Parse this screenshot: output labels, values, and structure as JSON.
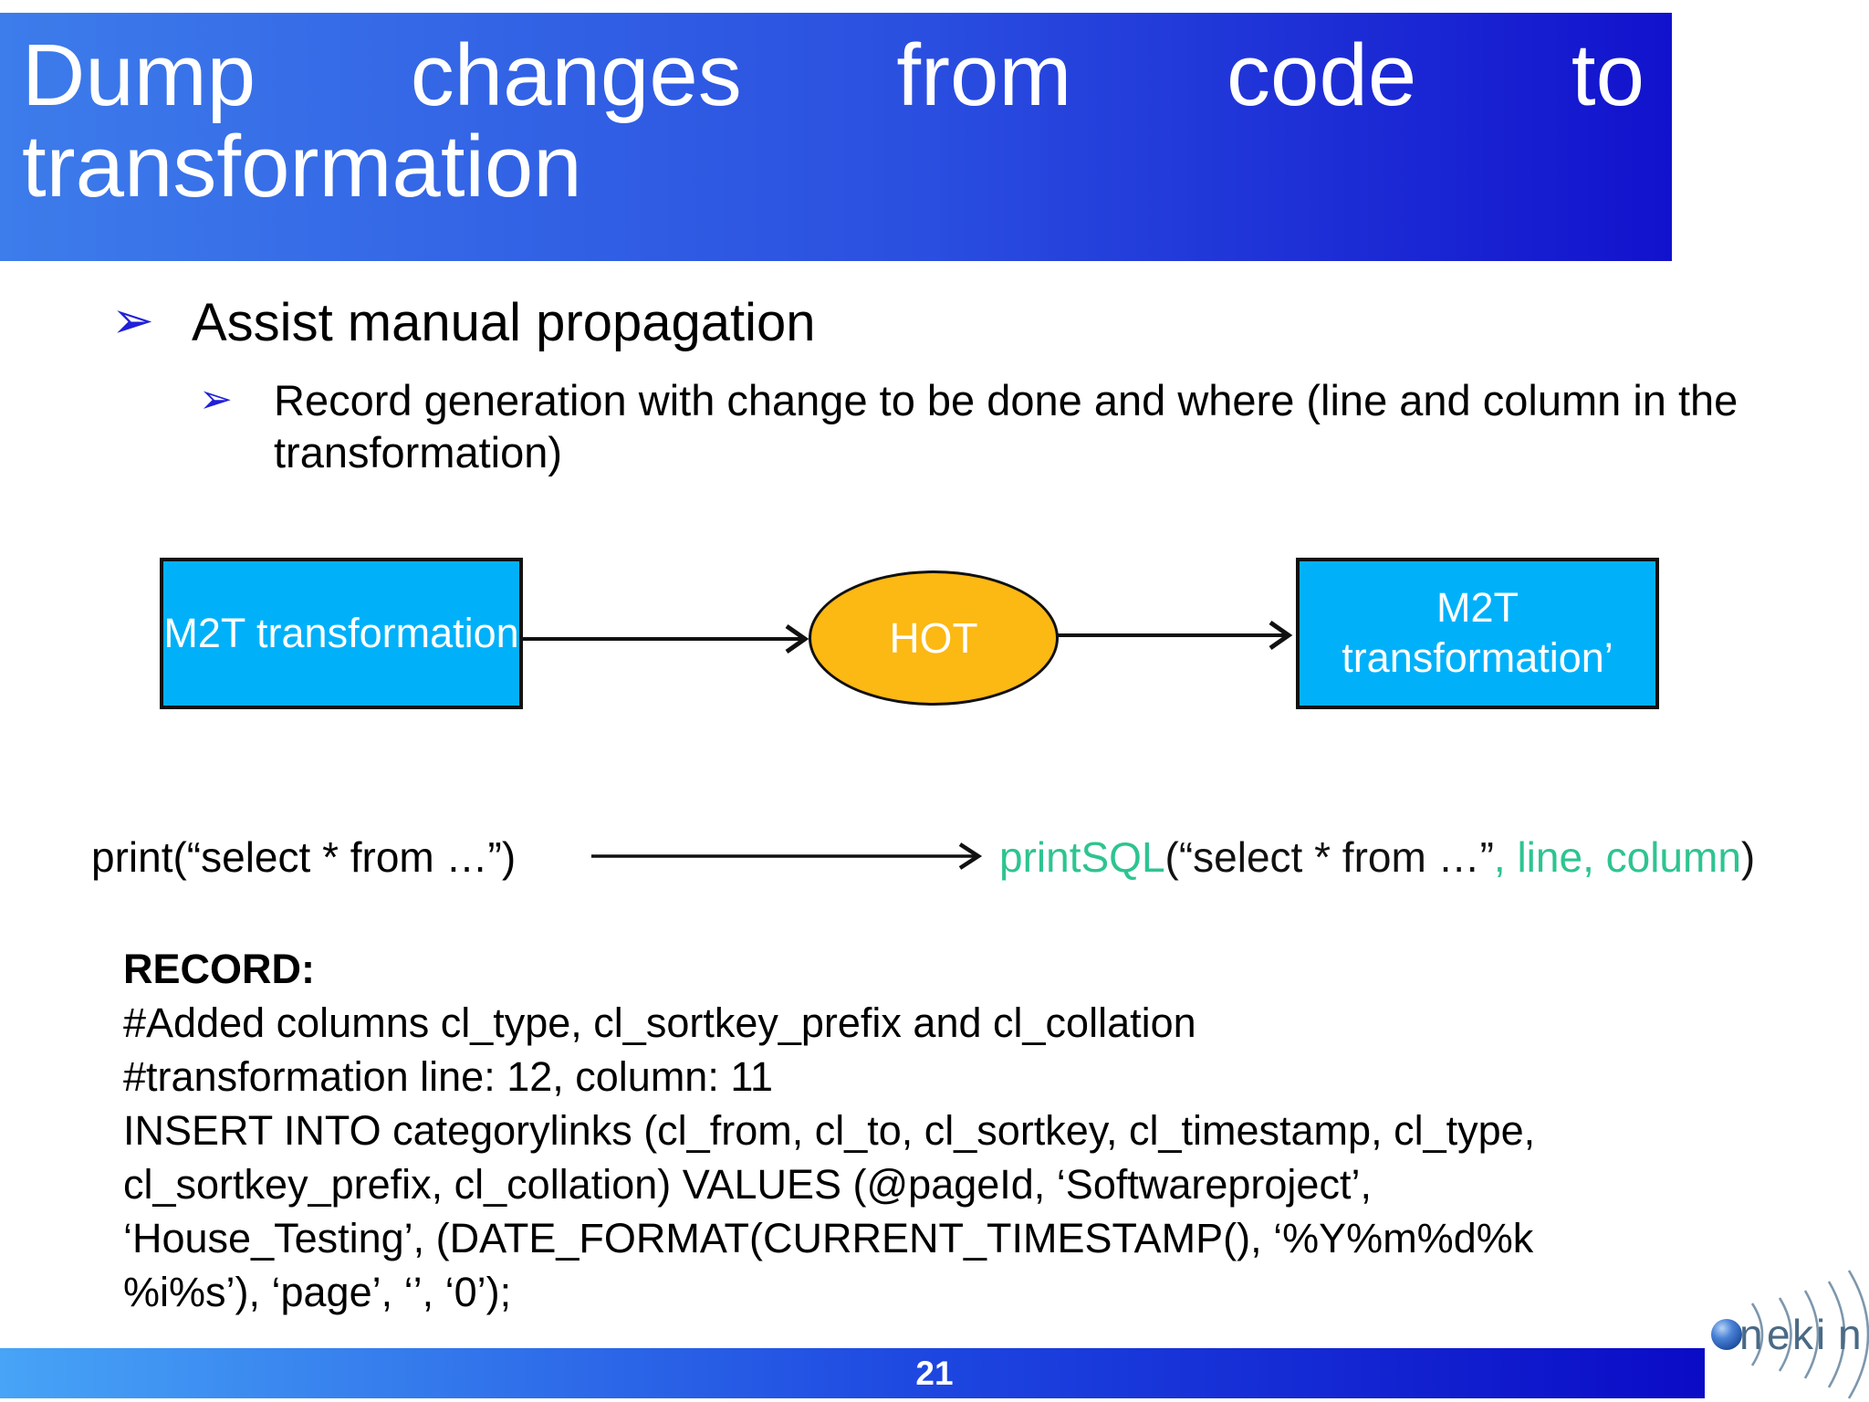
{
  "title": {
    "text": "Dump changes from code to transformation",
    "line1_words": [
      "Dump",
      "changes",
      "from",
      "code",
      "to"
    ],
    "line2": "transformation",
    "gradient_left": "#3d7ceb",
    "gradient_right": "#1212cd"
  },
  "bullets": {
    "marker_glyph": "➢",
    "level1": "Assist manual propagation",
    "level2": "Record generation with change to be done and where (line and column in the transformation)"
  },
  "diagram": {
    "left_box_label": "M2T transformation",
    "hot_label": "HOT",
    "right_box_label": "M2T transformation’",
    "box_color": "#00b1f9",
    "ellipse_color": "#fcb813"
  },
  "code_mapping": {
    "before": "print(“select * from …”)",
    "after_fn": "printSQL",
    "after_args_black": "(“select * from …”",
    "after_args_green": ", line, column",
    "after_close": ")",
    "green_color": "#2ec48f"
  },
  "record": {
    "title": "RECORD:",
    "lines": [
      "#Added columns cl_type, cl_sortkey_prefix and cl_collation",
      "#transformation line: 12, column: 11",
      "INSERT INTO categorylinks (cl_from, cl_to, cl_sortkey, cl_timestamp, cl_type,",
      "cl_sortkey_prefix, cl_collation) VALUES (@pageId, ‘Softwareproject’,",
      "‘House_Testing’, (DATE_FORMAT(CURRENT_TIMESTAMP(), ‘%Y%m%d%k",
      "%i%s’), ‘page’, ‘’, ‘0’);"
    ]
  },
  "footer": {
    "page_number": "21"
  },
  "logo": {
    "letters": [
      "n",
      "e",
      "k",
      "i",
      "n"
    ]
  }
}
